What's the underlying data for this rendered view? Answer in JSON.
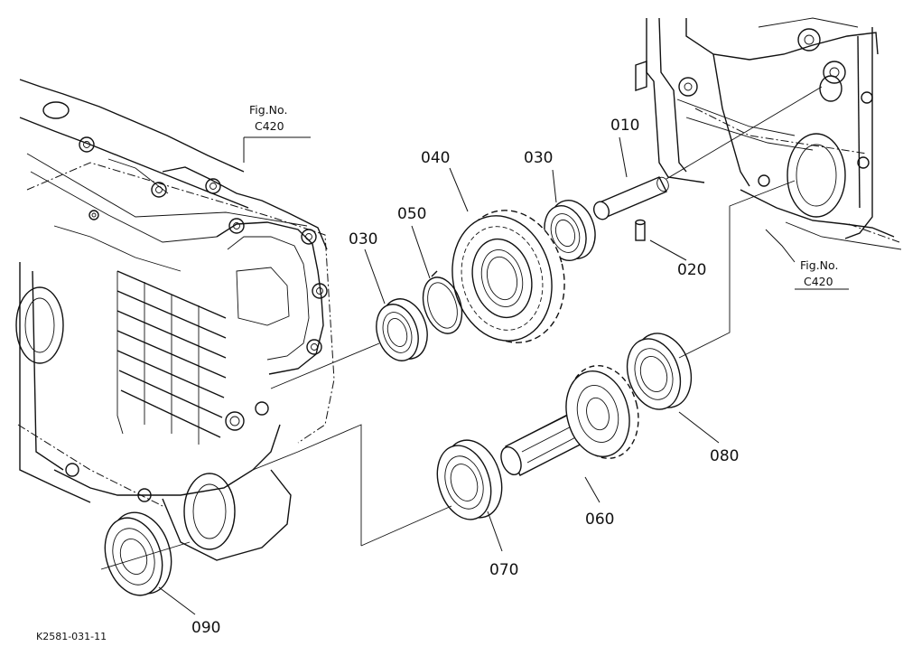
{
  "figure_refs": [
    {
      "line1": "Fig.No.",
      "line2": "C420"
    },
    {
      "line1": "Fig.No.",
      "line2": "C420"
    }
  ],
  "parts": {
    "p010": "010",
    "p020": "020",
    "p030a": "030",
    "p030b": "030",
    "p040": "040",
    "p050": "050",
    "p060": "060",
    "p070": "070",
    "p080": "080",
    "p090": "090"
  },
  "diagram_code": "K2581-031-11"
}
